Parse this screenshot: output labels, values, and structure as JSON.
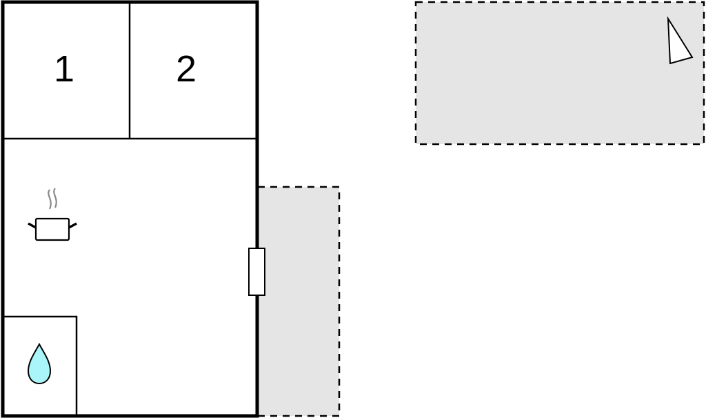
{
  "diagram": {
    "type": "floor-plan",
    "colors": {
      "wall": "#000000",
      "outdoor_area": "#e5e5e5",
      "water_drop": "#aaf5fa",
      "steam": "#888888",
      "background": "#ffffff"
    },
    "rooms": [
      {
        "id": "bedroom-1",
        "label": "1"
      },
      {
        "id": "bedroom-2",
        "label": "2"
      }
    ],
    "icons": [
      {
        "name": "cooking-pot-icon",
        "meaning": "kitchen"
      },
      {
        "name": "water-drop-icon",
        "meaning": "bathroom"
      },
      {
        "name": "door-icon",
        "meaning": "entrance"
      },
      {
        "name": "compass-north-icon",
        "meaning": "orientation"
      }
    ],
    "outdoor_areas": [
      {
        "id": "terrace",
        "style": "dashed"
      },
      {
        "id": "parking-area",
        "style": "dashed"
      }
    ]
  }
}
